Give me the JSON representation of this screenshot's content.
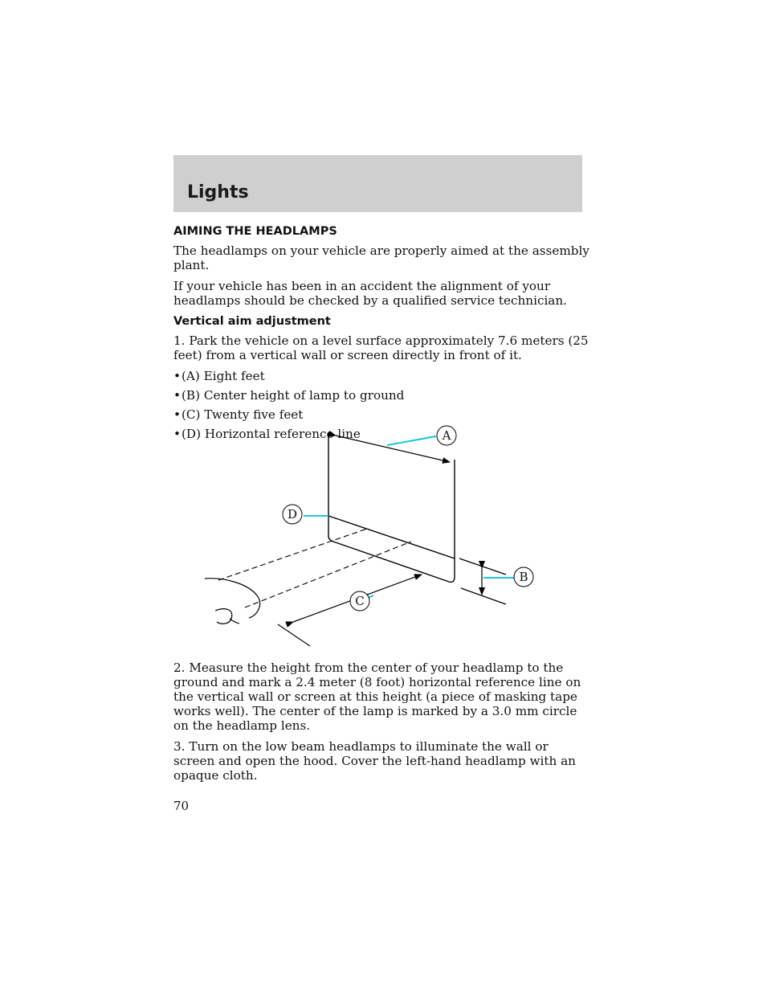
{
  "header": {
    "section_title": "Lights"
  },
  "section": {
    "title": "AIMING THE HEADLAMPS",
    "intro": [
      "The headlamps on your vehicle are properly aimed at the assembly plant.",
      "If your vehicle has been in an accident the alignment of your headlamps should be checked by a qualified service technician."
    ],
    "subheading": "Vertical aim adjustment",
    "step1": "1. Park the vehicle on a level surface approximately 7.6 meters (25 feet) from a vertical wall or screen directly in front of it.",
    "bullet_symbol": "•",
    "bullets": [
      "(A) Eight feet",
      "(B) Center height of lamp to ground",
      "(C) Twenty five feet",
      "(D) Horizontal reference line"
    ],
    "step2": "2. Measure the height from the center of your headlamp to the ground and mark a 2.4 meter (8 foot) horizontal reference line on the vertical wall or screen at this height (a piece of masking tape works well). The center of the lamp is marked by a 3.0 mm circle on the headlamp lens.",
    "step3": "3. Turn on the low beam headlamps to illuminate the wall or screen and open the hood. Cover the left-hand headlamp with an opaque cloth."
  },
  "diagram": {
    "labels": {
      "a": "A",
      "b": "B",
      "c": "C",
      "d": "D"
    },
    "leader_color": "#19c6d8"
  },
  "page_number": "70"
}
